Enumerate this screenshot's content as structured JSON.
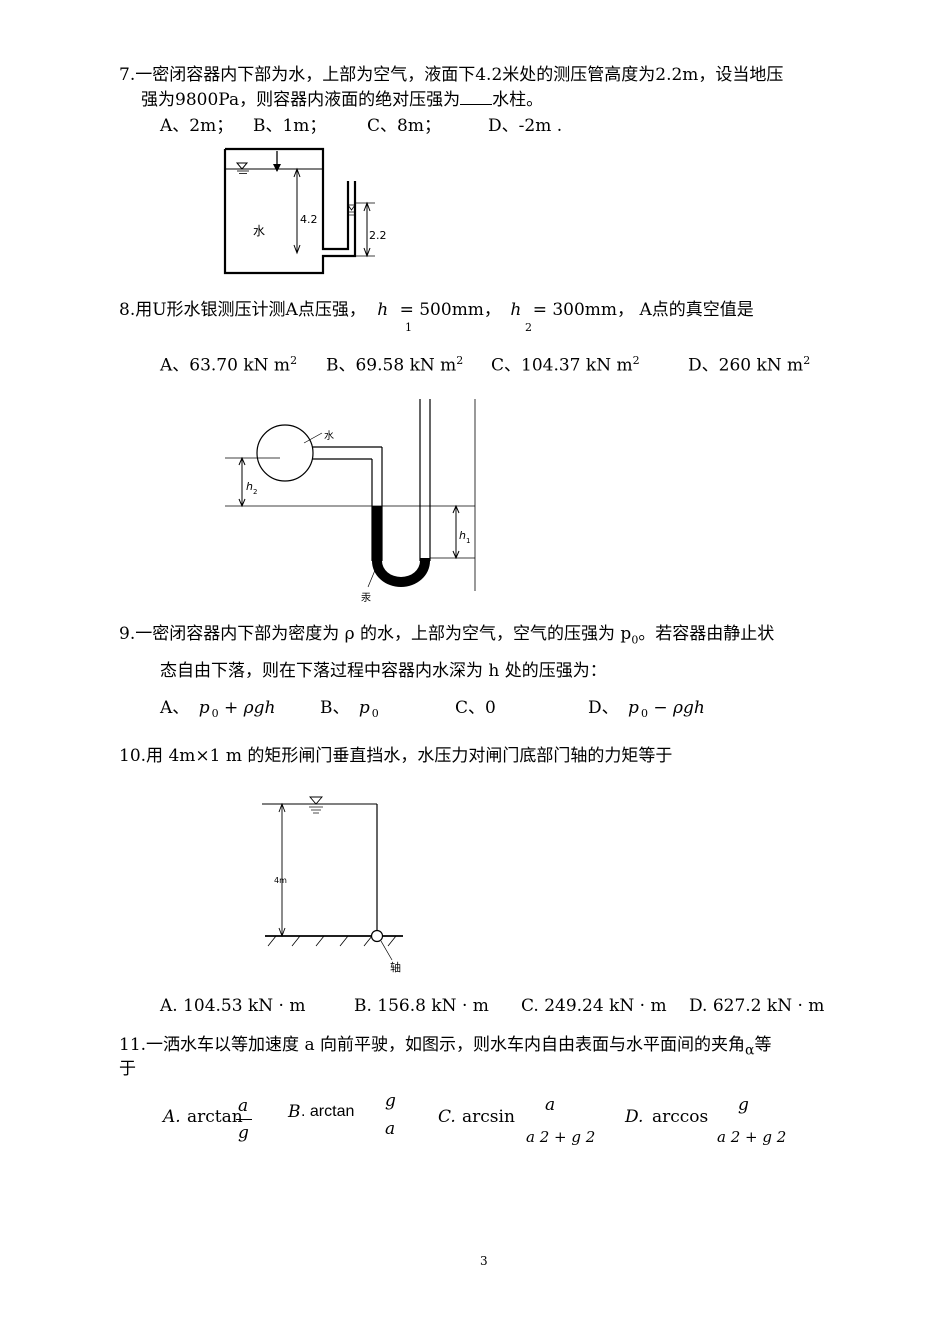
{
  "page_number": "3",
  "q7": {
    "line1": "7.一密闭容器内下部为水，上部为空气，液面下4.2米处的测压管高度为2.2m，设当地压",
    "line2a": "强为9800Pa，则容器内液面的绝对压强为",
    "line2b": "水柱。",
    "options": [
      "A、2m；",
      "B、1m；",
      "C、8m；",
      "D、-2m ."
    ],
    "fig": {
      "water": "水",
      "depth": "4.2",
      "height": "2.2"
    }
  },
  "q8": {
    "stem_a": "8.用U形水银测压计测A点压强，",
    "h1_sym": "h",
    "h1_sub": "1",
    "h1_val": "= 500mm，",
    "h2_sym": "h",
    "h2_sub": "2",
    "h2_val": "= 300mm，",
    "stem_b": "A点的真空值是",
    "options": [
      "A、63.70 kN  m",
      "B、69.58 kN  m",
      "C、104.37 kN  m",
      "D、260 kN  m"
    ],
    "sup": "2",
    "fig": {
      "water": "水",
      "mercury": "汞",
      "h1": "h",
      "h1s": "1",
      "h2": "h",
      "h2s": "2"
    }
  },
  "q9": {
    "line1": "9.一密闭容器内下部为密度为 ρ 的水，上部为空气，空气的压强为 p",
    "line1_sub": "0",
    "line1_end": "。若容器由静止状",
    "line2": "态自由下落，则在下落过程中容器内水深为 h 处的压强为：",
    "opt_a_label": "A、",
    "opt_a_p": "p",
    "opt_a_sub": "0",
    "opt_a_rest": "+ ρgh",
    "opt_b_label": "B、",
    "opt_b_p": "p",
    "opt_b_sub": "0",
    "opt_c": "C、0",
    "opt_d_label": "D、",
    "opt_d_p": "p",
    "opt_d_sub": "0",
    "opt_d_rest": "− ρgh"
  },
  "q10": {
    "stem": "10.用 4m×1 m 的矩形闸门垂直挡水，水压力对闸门底部门轴的力矩等于",
    "options": [
      "A. 104.53 kN · m",
      "B. 156.8  kN · m",
      "C. 249.24 kN · m",
      "D. 627.2  kN · m"
    ],
    "fig": {
      "depth": "4m",
      "axis": "轴"
    }
  },
  "q11": {
    "line1": "11.一洒水车以等加速度 a 向前平驶，如图示，则水车内自由表面与水平面间的夹角",
    "alpha": "α",
    "line1_end": "等",
    "line2": "于",
    "opt_a_label": "A.",
    "opt_a_fn": "arctan",
    "opt_a_num": "a",
    "opt_a_den": "g",
    "opt_b_label": "B",
    "opt_b_fn": ". arctan",
    "opt_b_num": "g",
    "opt_b_den": "a",
    "opt_c_label": "C.",
    "opt_c_fn": "arcsin",
    "opt_c_num": "a",
    "opt_c_den": "a 2 + g 2",
    "opt_d_label": "D.",
    "opt_d_fn": "arccos",
    "opt_d_num": "g",
    "opt_d_den": "a 2 + g 2"
  }
}
